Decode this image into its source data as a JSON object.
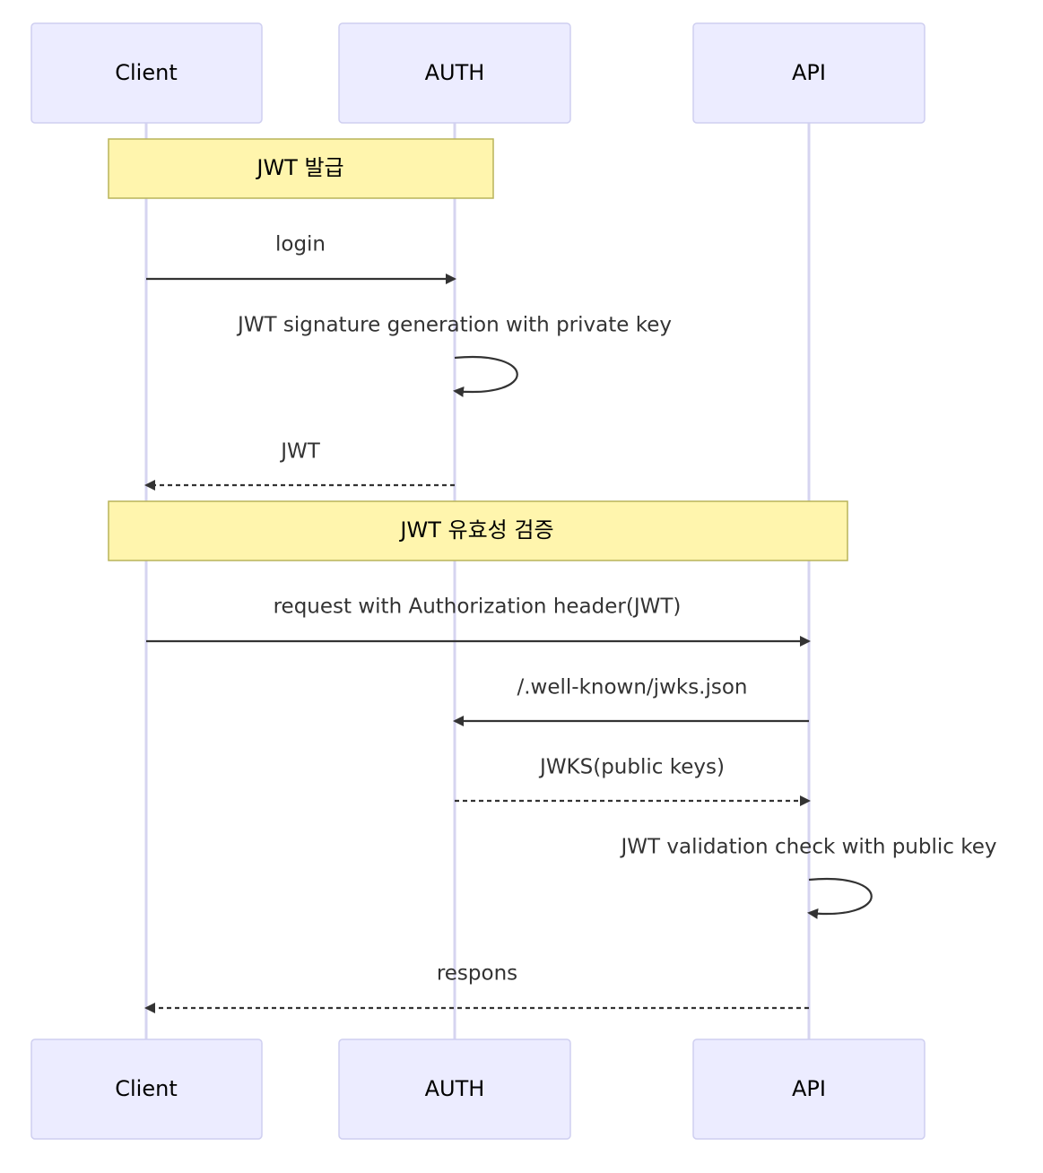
{
  "participants": {
    "client": "Client",
    "auth": "AUTH",
    "api": "API"
  },
  "notes": {
    "issue": "JWT 발급",
    "validate": "JWT 유효성 검증"
  },
  "messages": {
    "login": "login",
    "sign": "JWT signature generation with private key",
    "jwt": "JWT",
    "request": "request with Authorization header(JWT)",
    "jwks_fetch": "/.well-known/jwks.json",
    "jwks_resp": "JWKS(public keys)",
    "verify": "JWT validation check with public key",
    "response": "respons"
  },
  "colors": {
    "actor_fill": "#ececff",
    "actor_stroke": "#cfcff0",
    "note_fill": "#fff5ad",
    "note_stroke": "#b9b45a",
    "lifeline": "#d6d4f0",
    "arrow": "#333333"
  }
}
